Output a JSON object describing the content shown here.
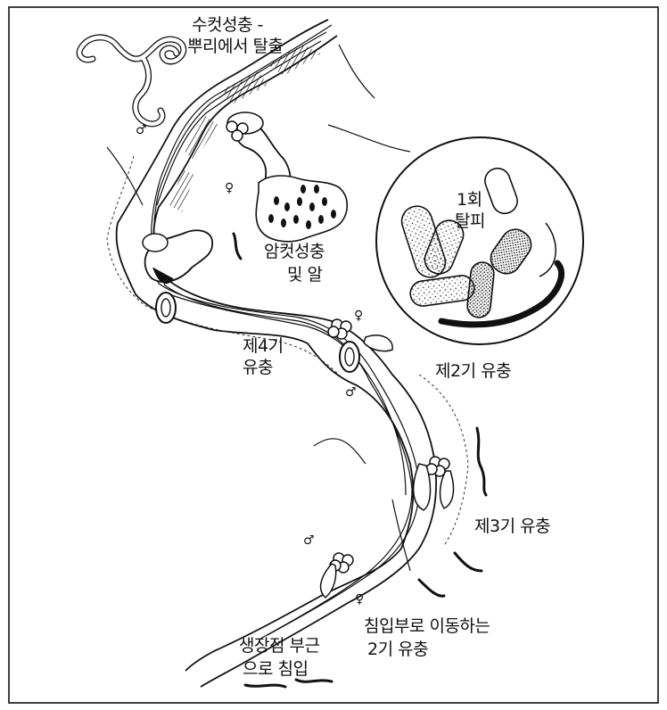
{
  "labels": {
    "male_adult_line1": "수컷성충 -",
    "male_adult_line2": "뿌리에서 탈출",
    "first_molt_line1": "1회",
    "first_molt_line2": "탈피",
    "female_adult_line1": "암컷성충",
    "female_adult_line2": "및 알",
    "j4_line1": "제4기",
    "j4_line2": "유충",
    "j2": "제2기 유충",
    "j3": "제3기 유충",
    "tip_entry_line1": "생장점 부근",
    "tip_entry_line2": "으로 침입",
    "invasion_j2_line1": "침입부로 이동하는",
    "invasion_j2_line2": "2기 유충"
  },
  "symbols": {
    "male": "♂",
    "female": "♀"
  },
  "colors": {
    "ink": "#111111",
    "paper": "#ffffff"
  }
}
